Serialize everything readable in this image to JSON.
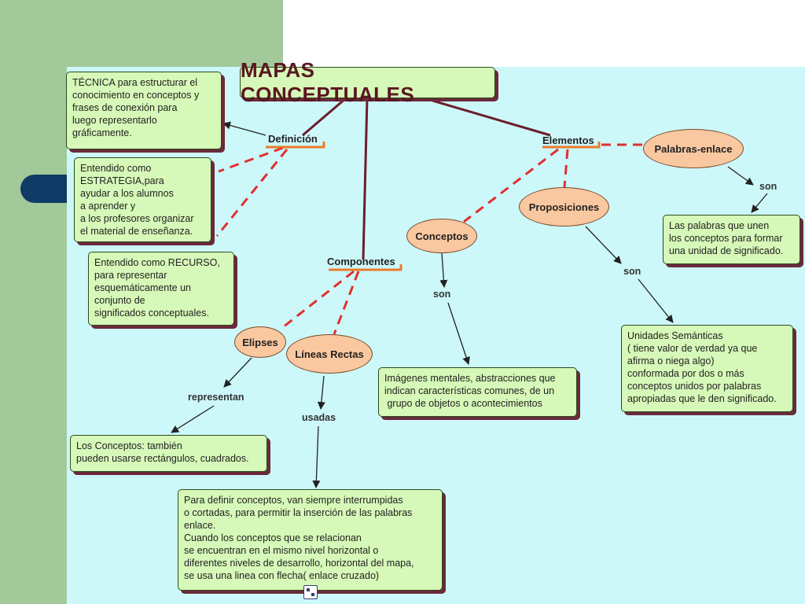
{
  "title": "MAPAS CONCEPTUALES",
  "nodes": {
    "definicion": "Definición",
    "elementos": "Elementos",
    "componentes": "Componentes",
    "palabras_enlace": "Palabras-enlace",
    "proposiciones": "Proposiciones",
    "conceptos": "Conceptos",
    "elipses": "Elipses",
    "lineas_rectas": "Líneas Rectas"
  },
  "links": {
    "son_palabras": "son",
    "son_proposiciones": "son",
    "son_conceptos": "son",
    "representan": "representan",
    "usadas": "usadas"
  },
  "boxes": {
    "tecnica": "TÉCNICA para estructurar el\nconocimiento en conceptos y\nfrases de conexión para\nluego representarlo\ngráficamente.",
    "estrategia": "Entendido como\nESTRATEGIA,para\nayudar a los alumnos\na aprender y\na los profesores organizar\nel material de enseñanza.",
    "recurso": "Entendido como RECURSO,\npara representar\nesquemáticamente un\nconjunto de\nsignificados conceptuales.",
    "palabras_desc": "Las palabras que unen\nlos conceptos para formar\nuna unidad de significado.",
    "unidades": "Unidades Semánticas\n( tiene valor de verdad ya que\nafirma o niega algo)\nconformada por dos o más\nconceptos unidos por palabras\napropiadas que le den significado.",
    "imagenes": "Imágenes mentales, abstracciones que\nindican características comunes, de un\n grupo de objetos o acontecimientos",
    "los_conceptos": "Los Conceptos: también\npueden usarse rectángulos, cuadrados.",
    "definir": "Para definir conceptos, van siempre interrumpidas\no cortadas, para permitir la inserción de las palabras\nenlace.\nCuando los conceptos que se relacionan\nse encuentran en el mismo nivel horizontal o\ndiferentes niveles de desarrollo, horizontal del mapa,\nse usa una linea con flecha( enlace cruzado)"
  },
  "colors": {
    "canvas": "#cdf8fa",
    "box_fill": "#d6f8b8",
    "ellipse_fill": "#fac8a0",
    "solid_line": "#6b1e2a",
    "dashed_line": "#e03030",
    "label_underline": "#ea7a2a"
  }
}
